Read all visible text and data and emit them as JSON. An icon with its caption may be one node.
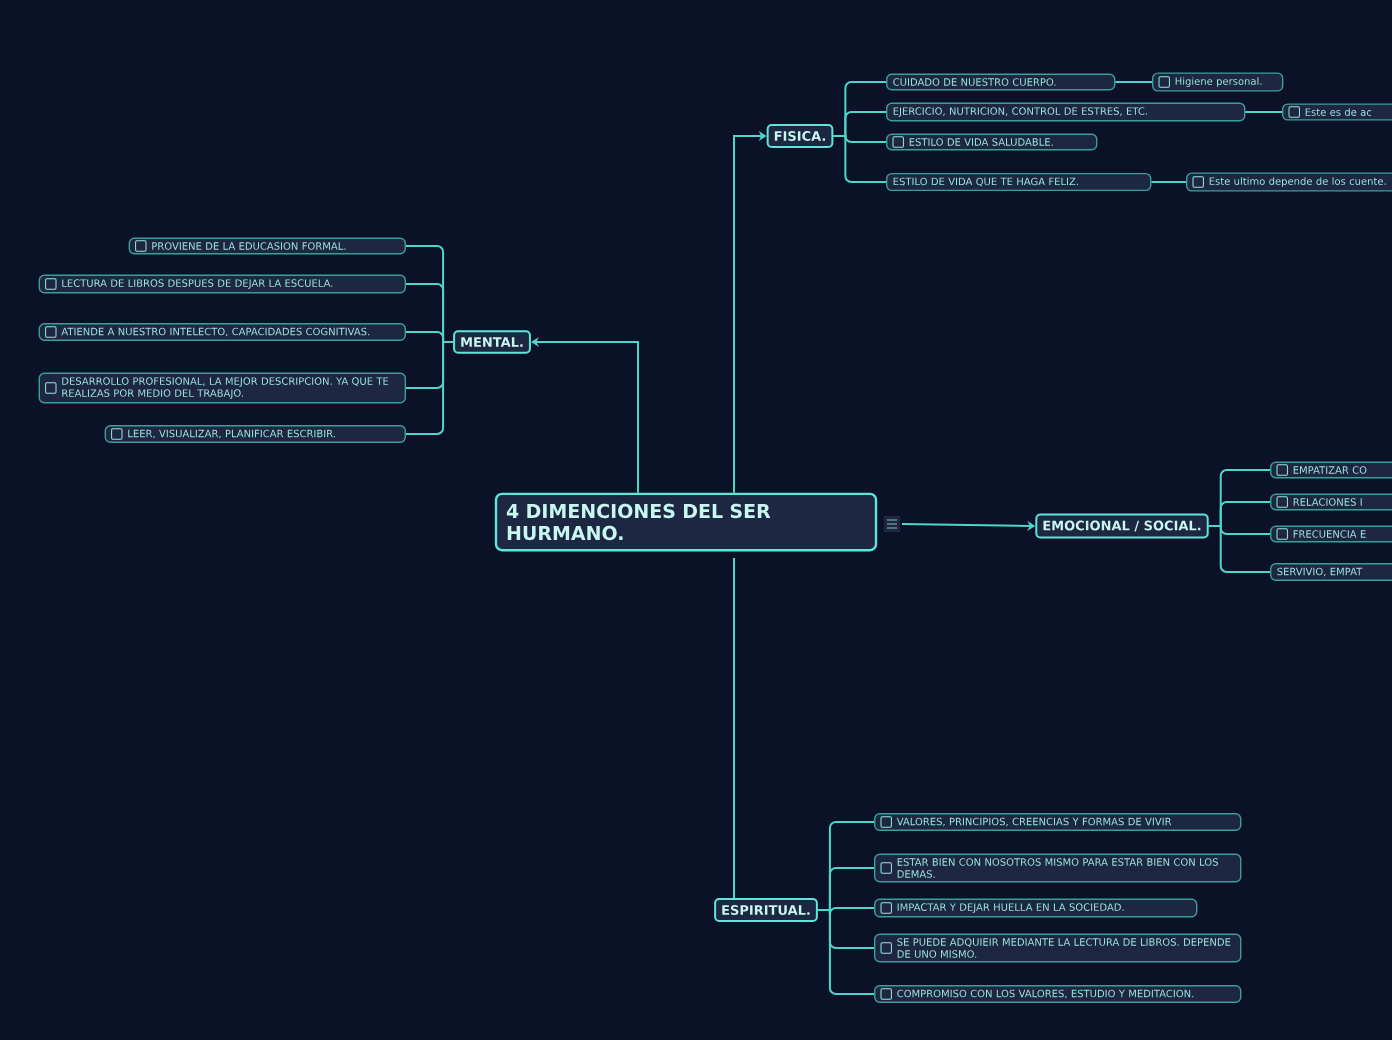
{
  "diagram": {
    "nodes": [
      {
        "text": [
          "4 DIMENCIONES DEL SER HURMANO."
        ]
      },
      {
        "text": [
          "FISICA."
        ]
      },
      {
        "text": [
          "CUIDADO DE NUESTRO CUERPO."
        ]
      },
      {
        "text": [
          "Higiene personal."
        ]
      },
      {
        "text": [
          "EJERCICIO, NUTRICION, CONTROL DE ESTRES, ETC."
        ]
      },
      {
        "text": [
          "Este es de ac"
        ]
      },
      {
        "text": [
          "ESTILO DE VIDA SALUDABLE."
        ]
      },
      {
        "text": [
          "ESTILO DE VIDA QUE TE HAGA FELIZ."
        ]
      },
      {
        "text": [
          "Este ultimo depende de los cuente."
        ]
      },
      {
        "text": [
          "MENTAL."
        ]
      },
      {
        "text": [
          "PROVIENE DE LA EDUCASION FORMAL."
        ]
      },
      {
        "text": [
          "LECTURA DE LIBROS DESPUES DE DEJAR LA ESCUELA."
        ]
      },
      {
        "text": [
          "ATIENDE A NUESTRO INTELECTO, CAPACIDADES COGNITIVAS."
        ]
      },
      {
        "text": [
          "DESARROLLO PROFESIONAL, LA MEJOR DESCRIPCION. YA QUE TE REALIZAS POR MEDIO DEL TRABAJO."
        ]
      },
      {
        "text": [
          "LEER, VISUALIZAR, PLANIFICAR ESCRIBIR."
        ]
      },
      {
        "text": [
          "EMOCIONAL / SOCIAL."
        ]
      },
      {
        "text": [
          "EMPATIZAR CO"
        ]
      },
      {
        "text": [
          "RELACIONES I"
        ]
      },
      {
        "text": [
          "FRECUENCIA E"
        ]
      },
      {
        "text": [
          "SERVIVIO, EMPAT"
        ]
      },
      {
        "text": [
          "ESPIRITUAL."
        ]
      },
      {
        "text": [
          "VALORES, PRINCIPIOS, CREENCIAS Y FORMAS DE VIVIR"
        ]
      },
      {
        "text": [
          "ESTAR BIEN CON NOSOTROS MISMO PARA ESTAR BIEN CON LOS DEMAS."
        ]
      },
      {
        "text": [
          "IMPACTAR Y DEJAR HUELLA EN LA SOCIEDAD."
        ]
      },
      {
        "text": [
          "SE PUEDE ADQUIEIR MEDIANTE LA LECTURA DE LIBROS. DEPENDE DE UNO MISMO."
        ]
      },
      {
        "text": [
          "COMPROMISO CON LOS VALORES, ESTUDIO Y MEDITACION."
        ]
      }
    ],
    "edges": [
      {
        "from": 0,
        "to": 1,
        "arrow": "to"
      },
      {
        "from": 1,
        "to": 2,
        "arrow": "none"
      },
      {
        "from": 2,
        "to": 3,
        "arrow": "none"
      },
      {
        "from": 1,
        "to": 4,
        "arrow": "none"
      },
      {
        "from": 4,
        "to": 5,
        "arrow": "none"
      },
      {
        "from": 1,
        "to": 6,
        "arrow": "none"
      },
      {
        "from": 1,
        "to": 7,
        "arrow": "none"
      },
      {
        "from": 7,
        "to": 8,
        "arrow": "none"
      },
      {
        "from": 0,
        "to": 9,
        "arrow": "to"
      },
      {
        "from": 9,
        "to": 10,
        "arrow": "none"
      },
      {
        "from": 9,
        "to": 11,
        "arrow": "none"
      },
      {
        "from": 9,
        "to": 12,
        "arrow": "none"
      },
      {
        "from": 9,
        "to": 13,
        "arrow": "none"
      },
      {
        "from": 9,
        "to": 14,
        "arrow": "none"
      },
      {
        "from": 0,
        "to": 15,
        "arrow": "to"
      },
      {
        "from": 15,
        "to": 16,
        "arrow": "none"
      },
      {
        "from": 15,
        "to": 17,
        "arrow": "none"
      },
      {
        "from": 15,
        "to": 18,
        "arrow": "none"
      },
      {
        "from": 15,
        "to": 19,
        "arrow": "none"
      },
      {
        "from": 0,
        "to": 20,
        "arrow": "none"
      },
      {
        "from": 20,
        "to": 21,
        "arrow": "none"
      },
      {
        "from": 20,
        "to": 22,
        "arrow": "none"
      },
      {
        "from": 20,
        "to": 23,
        "arrow": "none"
      },
      {
        "from": 20,
        "to": 24,
        "arrow": "none"
      },
      {
        "from": 20,
        "to": 25,
        "arrow": "none"
      }
    ]
  }
}
